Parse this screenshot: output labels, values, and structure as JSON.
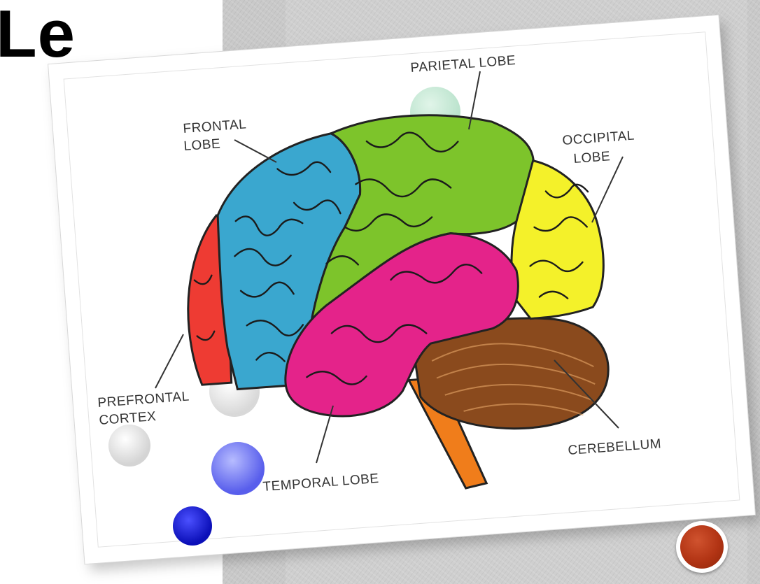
{
  "slide": {
    "title_fragment": "Le"
  },
  "diagram": {
    "labels": {
      "parietal": "PARIETAL LOBE",
      "frontal_line1": "FRONTAL",
      "frontal_line2": "LOBE",
      "occipital_line1": "OCCIPITAL",
      "occipital_line2": "LOBE",
      "prefrontal_line1": "PREFRONTAL",
      "prefrontal_line2": "CORTEX",
      "temporal": "TEMPORAL LOBE",
      "cerebellum": "CEREBELLUM"
    },
    "colors": {
      "prefrontal_cortex": "#ee3b33",
      "frontal_lobe": "#3aa7cf",
      "parietal_lobe": "#7dc42b",
      "occipital_lobe": "#f4f12a",
      "temporal_lobe": "#e4238a",
      "cerebellum": "#8a4a1d",
      "brain_stem": "#f07d1b"
    }
  }
}
